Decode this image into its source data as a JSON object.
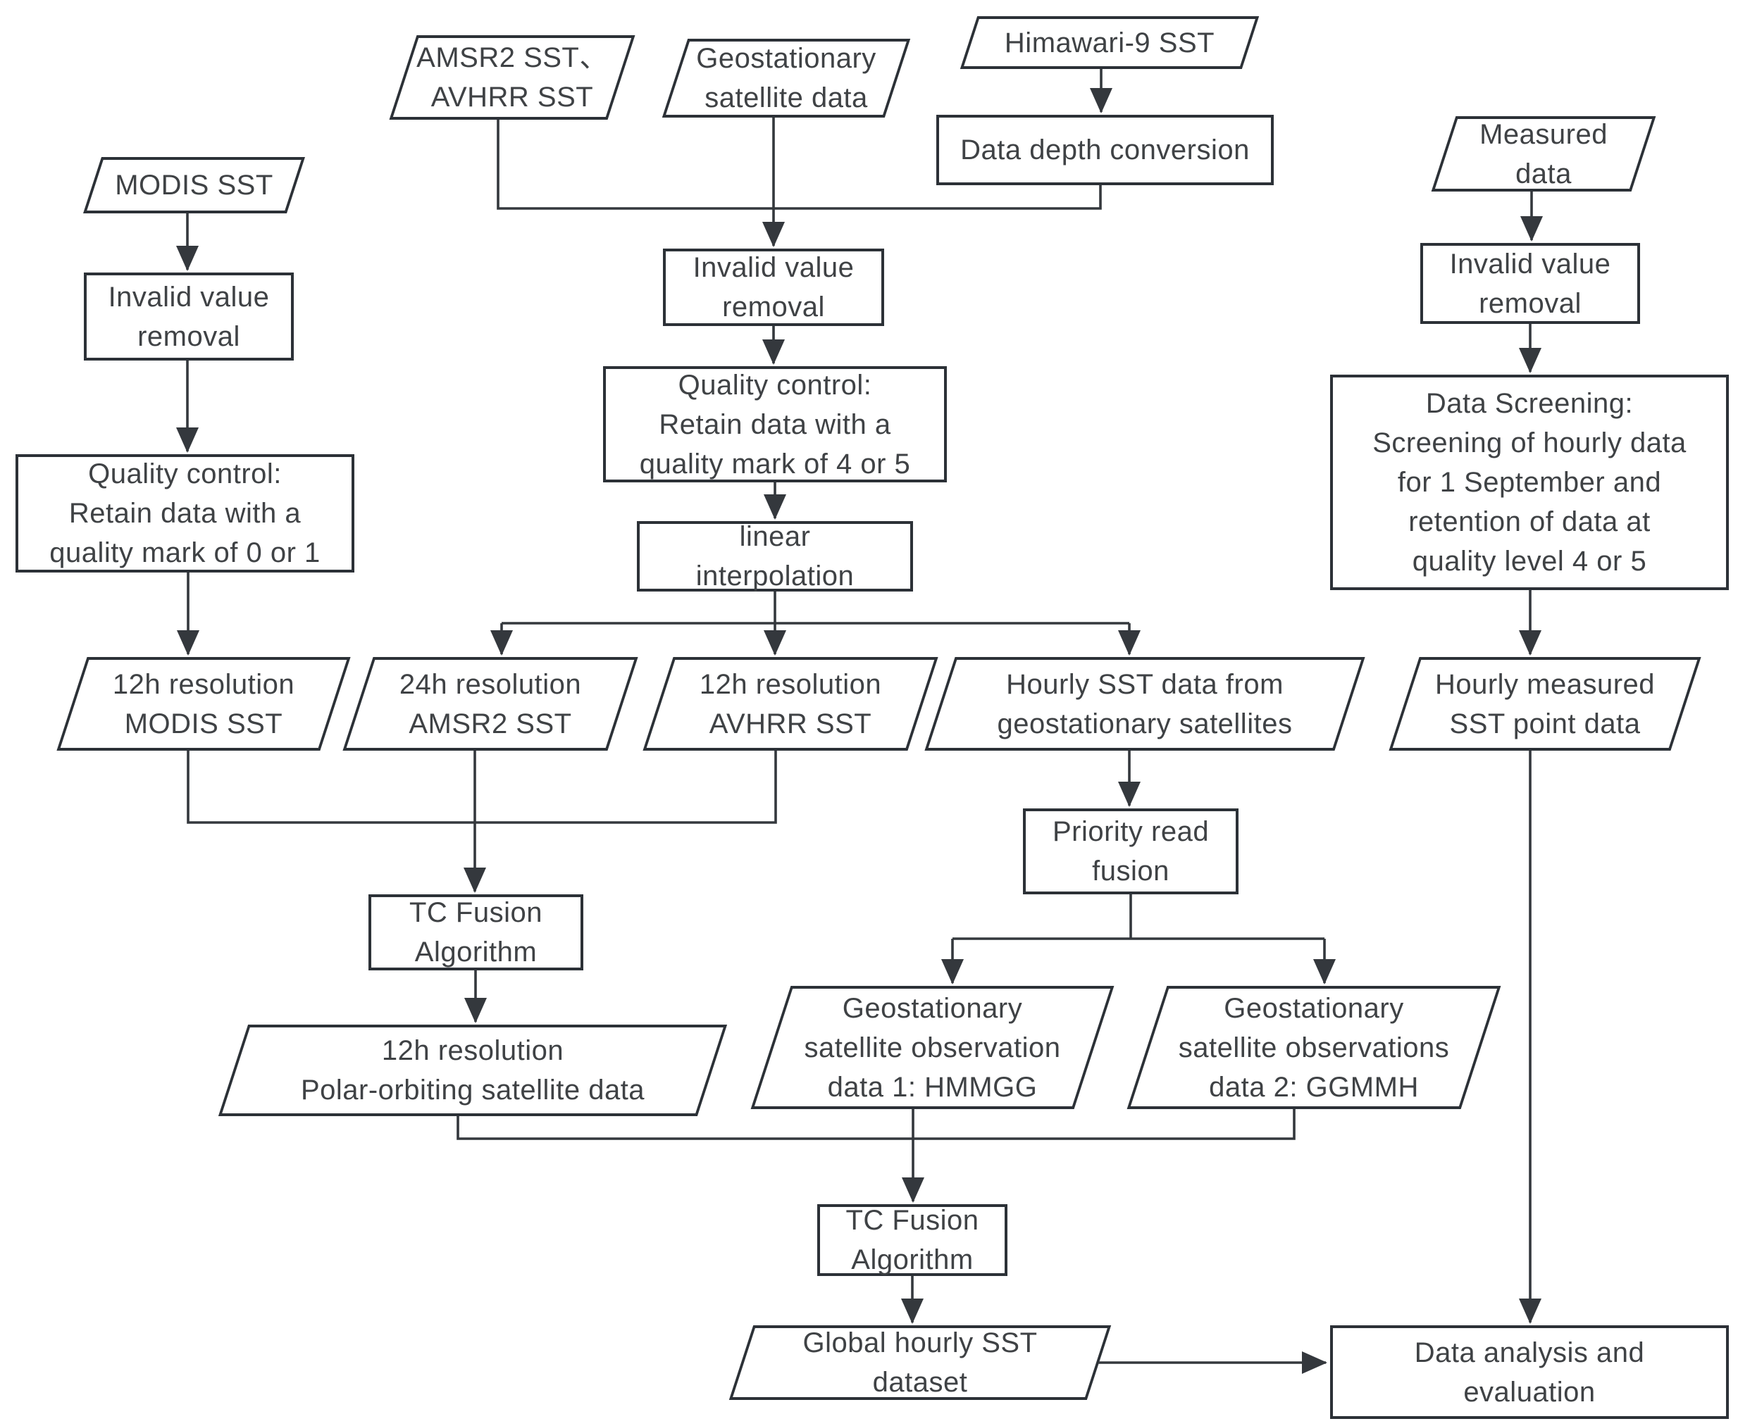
{
  "diagram_type": "flowchart",
  "colors": {
    "background": "#ffffff",
    "node_fill": "#ffffff",
    "node_border": "#2c3137",
    "connector": "#34383d",
    "text": "#3f4245"
  },
  "nodes": {
    "modis_sst": {
      "label": "MODIS SST",
      "shape": "parallelogram"
    },
    "amsr2_avhrr_sst": {
      "label": "AMSR2 SST、\nAVHRR SST",
      "shape": "parallelogram"
    },
    "geostationary_data": {
      "label": "Geostationary\nsatellite data",
      "shape": "parallelogram"
    },
    "himawari9_sst": {
      "label": "Himawari-9 SST",
      "shape": "parallelogram"
    },
    "data_depth_conversion": {
      "label": "Data depth conversion",
      "shape": "process"
    },
    "measured_data": {
      "label": "Measured\ndata",
      "shape": "parallelogram"
    },
    "invalid_removal_left": {
      "label": "Invalid value\nremoval",
      "shape": "process"
    },
    "invalid_removal_mid": {
      "label": "Invalid value\nremoval",
      "shape": "process"
    },
    "invalid_removal_right": {
      "label": "Invalid value\nremoval",
      "shape": "process"
    },
    "quality_control_left": {
      "label": "Quality control:\nRetain data with a\nquality mark of 0 or 1",
      "shape": "process"
    },
    "quality_control_mid": {
      "label": "Quality control:\nRetain data with a\nquality mark of 4 or 5",
      "shape": "process"
    },
    "linear_interpolation": {
      "label": "linear\ninterpolation",
      "shape": "process"
    },
    "data_screening": {
      "label": "Data Screening:\nScreening of hourly data\nfor 1 September and\nretention of data at\nquality level 4 or 5",
      "shape": "process"
    },
    "modis_12h": {
      "label": "12h resolution\nMODIS SST",
      "shape": "parallelogram"
    },
    "amsr2_24h": {
      "label": "24h resolution\nAMSR2 SST",
      "shape": "parallelogram"
    },
    "avhrr_12h": {
      "label": "12h resolution\nAVHRR SST",
      "shape": "parallelogram"
    },
    "hourly_geo_sst": {
      "label": "Hourly SST data from\ngeostationary satellites",
      "shape": "parallelogram"
    },
    "hourly_measured_sst": {
      "label": "Hourly measured\nSST point data",
      "shape": "parallelogram"
    },
    "priority_read_fusion": {
      "label": "Priority read\nfusion",
      "shape": "process"
    },
    "tc_fusion_1": {
      "label": "TC Fusion\nAlgorithm",
      "shape": "process"
    },
    "polar_12h": {
      "label": "12h resolution\nPolar-orbiting satellite data",
      "shape": "parallelogram"
    },
    "geo_obs_1": {
      "label": "Geostationary\nsatellite observation\ndata 1: HMMGG",
      "shape": "parallelogram"
    },
    "geo_obs_2": {
      "label": "Geostationary\nsatellite observations\ndata 2: GGMMH",
      "shape": "parallelogram"
    },
    "tc_fusion_2": {
      "label": "TC Fusion\nAlgorithm",
      "shape": "process"
    },
    "global_dataset": {
      "label": "Global hourly SST\ndataset",
      "shape": "parallelogram"
    },
    "data_analysis": {
      "label": "Data analysis and\nevaluation",
      "shape": "process"
    }
  }
}
